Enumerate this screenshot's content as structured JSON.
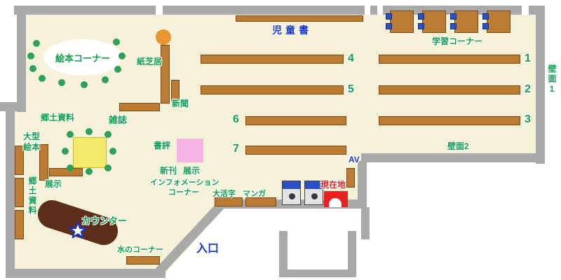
{
  "labels": {
    "children_books": "児童書",
    "study_corner": "学習コーナー",
    "picture_book_corner": "絵本コーナー",
    "kamishibai": "紙芝居",
    "newspaper": "新聞",
    "local_materials": "郷土資料",
    "magazines": "雑誌",
    "large_picture_books_line1": "大型",
    "large_picture_books_line2": "絵本",
    "display_left": "展示",
    "book_review": "書評",
    "new_arrivals": "新刊",
    "display_center": "展示",
    "information_line1": "インフォメーション",
    "information_line2": "コーナー",
    "local_materials_side": "郷土資料",
    "counter": "カウンター",
    "water_corner": "水のコーナー",
    "entrance": "入口",
    "large_print": "大活字",
    "manga": "マンガ",
    "current_location": "現在地",
    "av": "AV",
    "wall_face_1": "壁面1",
    "wall_face_2": "壁面2"
  },
  "shelf_numbers": [
    "1",
    "2",
    "3",
    "4",
    "5",
    "6",
    "7"
  ],
  "icons": {
    "star": "star-icon",
    "kiosk": "kiosk-icon",
    "current_location_marker": "current-location-marker"
  },
  "colors": {
    "floor": "#f6f1d9",
    "wall": "#a9a9a9",
    "shelf": "#bc7b32",
    "shelf_border": "#7a4a14",
    "counter": "#5c2d18",
    "table_yellow": "#f2ea6a",
    "chair_green": "#2fa05a",
    "chair_blue": "#2a50c8",
    "display_pink": "#f4b4e4",
    "orange_seat": "#e8962e",
    "label_green": "#0f9f4f",
    "label_blue": "#1838cc",
    "label_red": "#e02828",
    "marker_red": "#e82020",
    "star_blue": "#1535cc"
  }
}
